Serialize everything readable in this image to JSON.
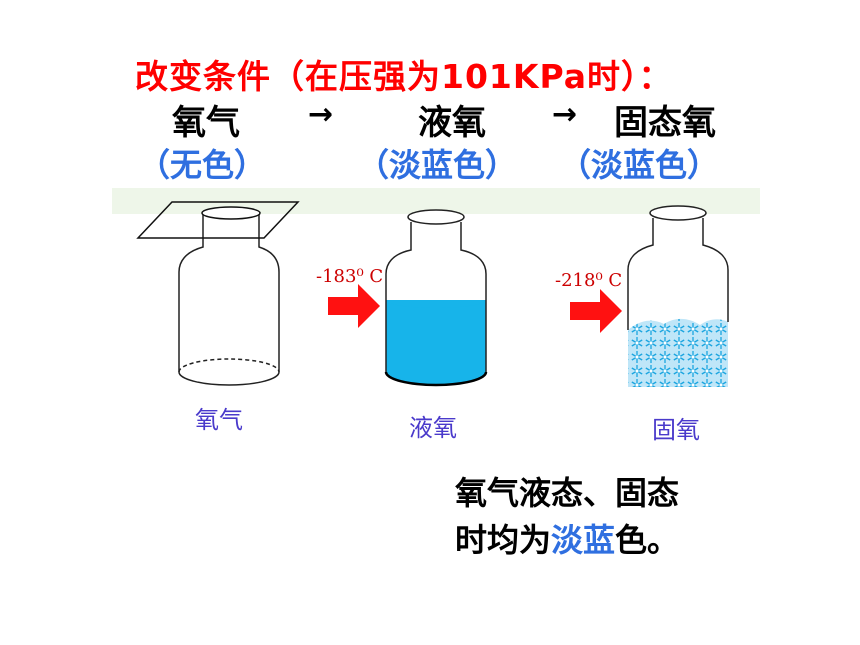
{
  "title": "改变条件（在压强为101KPa时）：",
  "states": {
    "gas": "氧气",
    "liquid": "液氧",
    "solid": "固态氧",
    "arrow": "→"
  },
  "colors_note": {
    "gas": "（无色）",
    "liquid": "（淡蓝色）",
    "solid": "（淡蓝色）"
  },
  "diagram": {
    "temp_liquid": "-183⁰ C",
    "temp_solid": "-218⁰ C",
    "label_gas": "氧气",
    "label_liquid": "液氧",
    "label_solid": "固氧"
  },
  "conclusion": {
    "part1": "氧气液态、固态",
    "part2": "时均为",
    "highlight": "淡蓝",
    "part3": "色。"
  },
  "palette": {
    "title_red": "#ff0000",
    "blue_text": "#2f6fe0",
    "liquid_blue": "#17b4ea",
    "arrow_red": "#ff1111"
  }
}
